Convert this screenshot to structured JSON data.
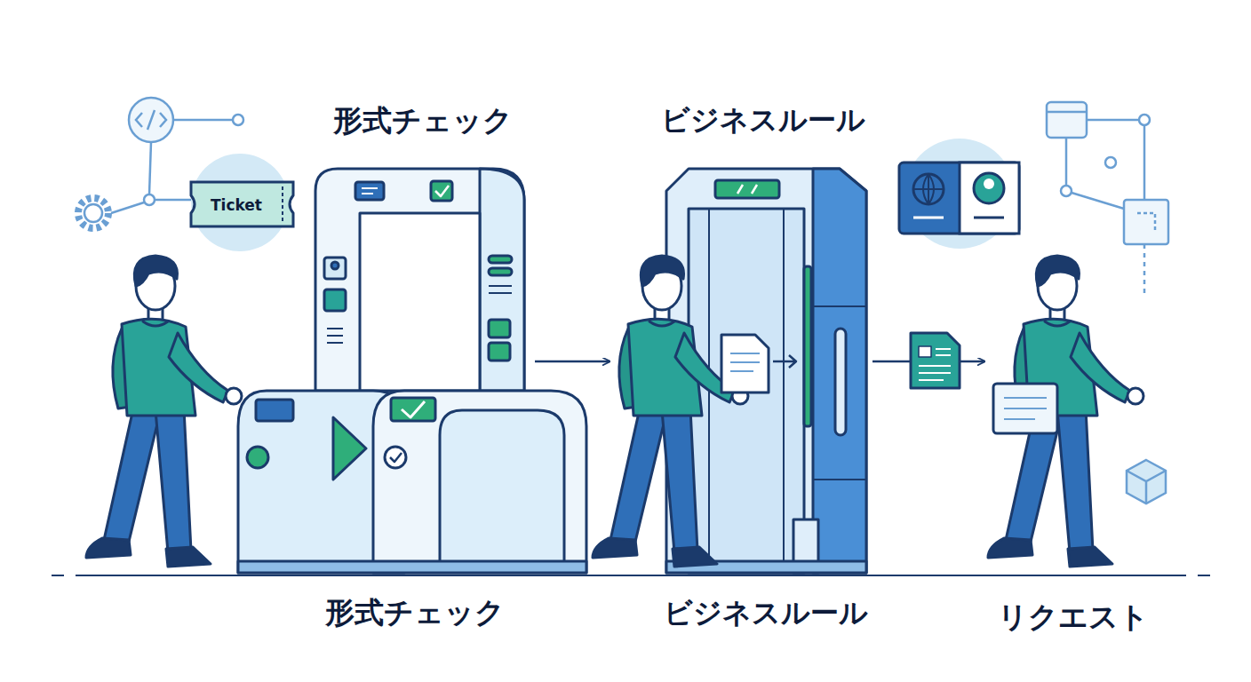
{
  "diagram": {
    "nodes": [
      {
        "text": [
          "形式チェック"
        ]
      },
      {
        "text": [
          "ビジネスルール"
        ]
      },
      {
        "text": [
          "リクエスト"
        ]
      }
    ],
    "edges": [
      {
        "from": 0,
        "to": 1,
        "arrow": "to"
      },
      {
        "from": 1,
        "to": 2,
        "arrow": "to"
      }
    ],
    "labels": [
      "Ticket",
      "形式チェック",
      "ビジネスルール"
    ]
  }
}
